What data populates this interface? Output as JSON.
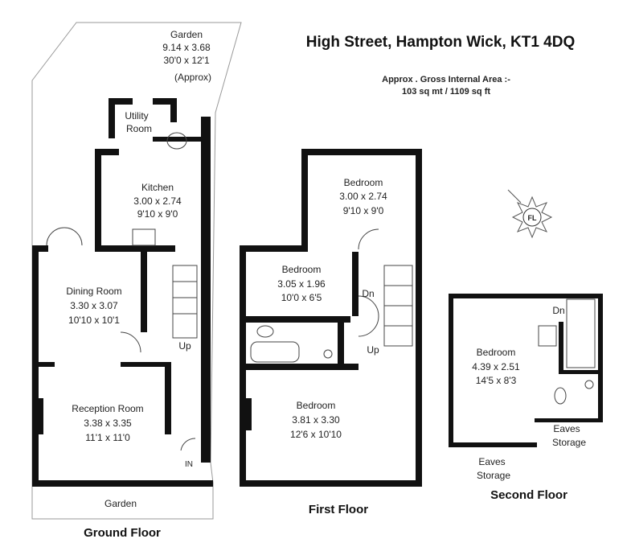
{
  "header": {
    "title": "High Street, Hampton Wick, KT1 4DQ",
    "area_label": "Approx . Gross Internal Area :-",
    "area_value": "103 sq mt / 1109 sq ft"
  },
  "compass": {
    "label": "FL"
  },
  "ground_floor": {
    "label": "Ground Floor",
    "garden_rear": {
      "name": "Garden",
      "metric": "9.14 x 3.68",
      "imperial": "30'0 x 12'1",
      "note": "(Approx)"
    },
    "utility": {
      "name1": "Utility",
      "name2": "Room"
    },
    "kitchen": {
      "name": "Kitchen",
      "metric": "3.00 x 2.74",
      "imperial": "9'10 x 9'0"
    },
    "dining": {
      "name": "Dining Room",
      "metric": "3.30 x 3.07",
      "imperial": "10'10 x 10'1"
    },
    "reception": {
      "name": "Reception Room",
      "metric": "3.38 x 3.35",
      "imperial": "11'1 x 11'0"
    },
    "stairs": "Up",
    "entrance": "IN",
    "garden_front": "Garden"
  },
  "first_floor": {
    "label": "First Floor",
    "bedroom_rear": {
      "name": "Bedroom",
      "metric": "3.00 x 2.74",
      "imperial": "9'10 x 9'0"
    },
    "bedroom_mid": {
      "name": "Bedroom",
      "metric": "3.05 x 1.96",
      "imperial": "10'0 x 6'5"
    },
    "bedroom_front": {
      "name": "Bedroom",
      "metric": "3.81 x 3.30",
      "imperial": "12'6 x 10'10"
    },
    "stairs_down": "Dn",
    "stairs_up": "Up"
  },
  "second_floor": {
    "label": "Second Floor",
    "bedroom": {
      "name": "Bedroom",
      "metric": "4.39 x 2.51",
      "imperial": "14'5 x 8'3"
    },
    "stairs": "Dn",
    "eaves_left": {
      "l1": "Eaves",
      "l2": "Storage"
    },
    "eaves_right": {
      "l1": "Eaves",
      "l2": "Storage"
    }
  }
}
